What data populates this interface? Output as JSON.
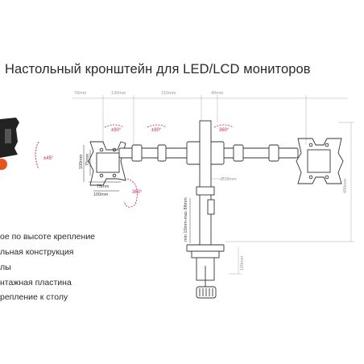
{
  "title": "Настольный кронштейн для LED/LCD мониторов",
  "features": [
    "ое по высоте крепление",
    "льная конструкция",
    "лы",
    "нтажная пластина",
    "репление к столу"
  ],
  "top_dims": [
    "70mm",
    "130mm",
    "210mm",
    "40mm"
  ],
  "angles": {
    "tilt": "±45°",
    "left_rot": "±90°",
    "mid_rot": "±90°",
    "right_rot": "360°",
    "vesa_rot": "360°"
  },
  "vesa": {
    "w75": "75mm",
    "w100": "100mm",
    "h75": "75mm",
    "h100": "100mm"
  },
  "pole_diameter": "Ø38mm",
  "clamp_range": "min 10mm-max 88mm",
  "total_height": "400mm",
  "base_height": "100mm",
  "colors": {
    "accent_pink": "#c0286a",
    "dim_gray": "#9a9a9a",
    "line_dark": "#333333",
    "accent_orange": "#e8541e"
  }
}
